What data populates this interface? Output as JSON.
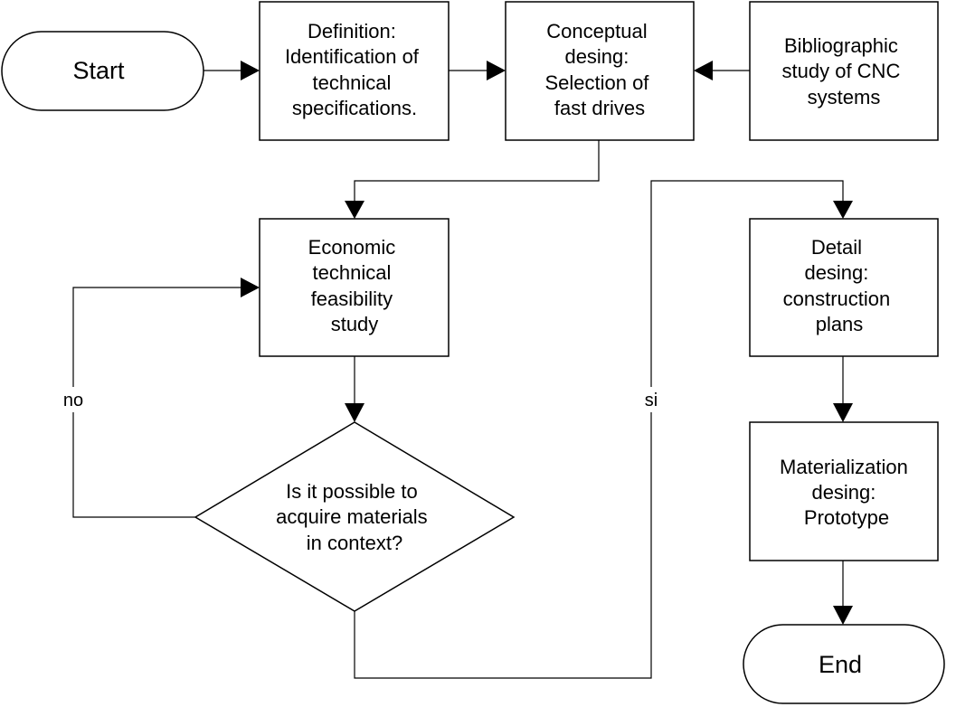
{
  "nodes": {
    "start": {
      "label": "Start"
    },
    "definition": {
      "lines": [
        "Definition:",
        "Identification of",
        "technical",
        "specifications."
      ]
    },
    "conceptual": {
      "lines": [
        "Conceptual",
        "desing:",
        "Selection of",
        "fast drives"
      ]
    },
    "bibliographic": {
      "lines": [
        "Bibliographic",
        "study of CNC",
        "systems"
      ]
    },
    "economic": {
      "lines": [
        "Economic",
        "technical",
        "feasibility",
        "study"
      ]
    },
    "decision": {
      "lines": [
        "Is it possible to",
        "acquire materials",
        "in context?"
      ]
    },
    "detail": {
      "lines": [
        "Detail",
        "desing:",
        "construction",
        "plans"
      ]
    },
    "materialization": {
      "lines": [
        "Materialization",
        "desing:",
        "Prototype"
      ]
    },
    "end": {
      "label": "End"
    }
  },
  "edge_labels": {
    "no": "no",
    "si": "si"
  }
}
